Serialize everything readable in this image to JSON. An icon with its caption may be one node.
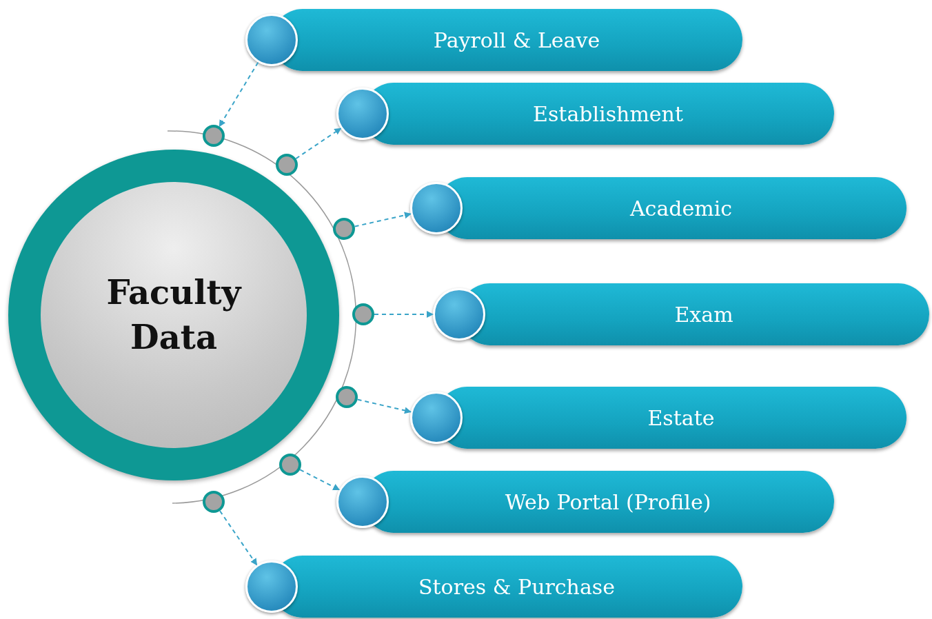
{
  "diagram": {
    "nodes": [
      {
        "text": [
          "Faculty Data"
        ]
      },
      {
        "text": [
          "Payroll & Leave"
        ]
      },
      {
        "text": [
          "Establishment"
        ]
      },
      {
        "text": [
          "Academic"
        ]
      },
      {
        "text": [
          "Exam"
        ]
      },
      {
        "text": [
          "Estate"
        ]
      },
      {
        "text": [
          "Web Portal (Profile)"
        ]
      },
      {
        "text": [
          "Stores & Purchase"
        ]
      },
      {
        "text": [],
        "shape": "circle"
      },
      {
        "text": [],
        "shape": "circle"
      },
      {
        "text": [],
        "shape": "circle"
      },
      {
        "text": [],
        "shape": "circle"
      },
      {
        "text": [],
        "shape": "circle"
      },
      {
        "text": [],
        "shape": "circle"
      },
      {
        "text": [],
        "shape": "circle"
      }
    ],
    "edges": [
      {
        "from": 1,
        "to": 8,
        "arrow": "to",
        "style": "dashed"
      },
      {
        "from": 9,
        "to": 2,
        "arrow": "to",
        "style": "dashed"
      },
      {
        "from": 10,
        "to": 3,
        "arrow": "to",
        "style": "dashed"
      },
      {
        "from": 11,
        "to": 4,
        "arrow": "to",
        "style": "dashed"
      },
      {
        "from": 12,
        "to": 5,
        "arrow": "to",
        "style": "dashed"
      },
      {
        "from": 13,
        "to": 6,
        "arrow": "to",
        "style": "dashed"
      },
      {
        "from": 14,
        "to": 7,
        "arrow": "to",
        "style": "dashed"
      }
    ]
  }
}
